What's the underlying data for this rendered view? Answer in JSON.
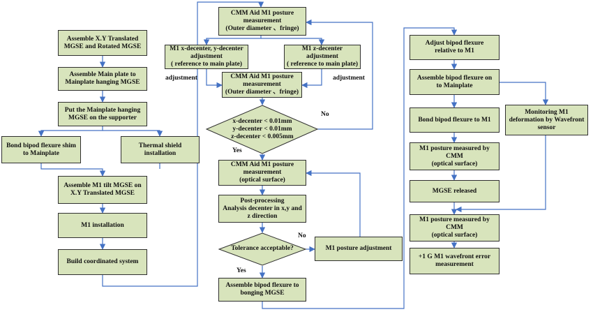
{
  "colors": {
    "box_fill": "#d8e4bc",
    "box_border": "#2f2f2f",
    "arrow": "#4472c4"
  },
  "left": {
    "assemble_xy": "Assemble X.Y Translated\nMGSE and Rotated MGSE",
    "assemble_main": "Assemble Main plate to\nMainplate hanging MGSE",
    "put_mainplate": "Put the Mainplate hanging\nMGSE on the supporter",
    "bond_shim": "Bond bipod flexure shim\nto Mainplate",
    "thermal_shield": "Thermal shield\ninstallation",
    "assemble_tilt": "Assemble M1 tilt MGSE on\nX.Y Translated MGSE",
    "m1_install": "M1 installation",
    "build_coord": "Build coordinated system"
  },
  "middle": {
    "cmm_outer_1": "CMM Aid M1 posture\nmeasurement\n(Outer diameter 、fringe)",
    "xy_adjust": "M1 x-decenter, y-decenter\nadjustment\n( reference to main plate)",
    "z_adjust": "M1 z-decenter\nadjustment\n( reference to main plate)",
    "adjustment_left": "adjustment",
    "adjustment_right": "adjustment",
    "cmm_outer_2": "CMM Aid M1 posture\nmeasurement\n(Outer diameter 、fringe)",
    "decenter_check": "x-decenter < 0.01mm\ny-decenter < 0.01mm\nz-decenter < 0.005mm",
    "no_1": "No",
    "yes_1": "Yes",
    "cmm_optical": "CMM Aid M1 posture\nmeasurement\n(optical surface)",
    "post_processing": "Post-processing\nAnalysis decenter in x,y and\nz direction",
    "tolerance": "Tolerance acceptable?",
    "no_2": "No",
    "posture_adjust": "M1 posture adjustment",
    "yes_2": "Yes",
    "assemble_bipod_bong": "Assemble bipod flexure to\nbonging MGSE"
  },
  "right": {
    "adjust_bipod": "Adjust bipod flexure\nrelative to M1",
    "assemble_bipod_main": "Assemble bipod flexure on\nto Mainplate",
    "bond_bipod": "Bond bipod flexure to M1",
    "monitoring": "Monitoring M1\ndeformation by Wavefront\nsensor",
    "cmm_measured_1": "M1 posture measured by\nCMM\n(optical surface)",
    "mgse_released": "MGSE released",
    "cmm_measured_2": "M1 posture measured by\nCMM\n(optical surface)",
    "wavefront": "+1 G M1 wavefront error\nmeasurement"
  }
}
